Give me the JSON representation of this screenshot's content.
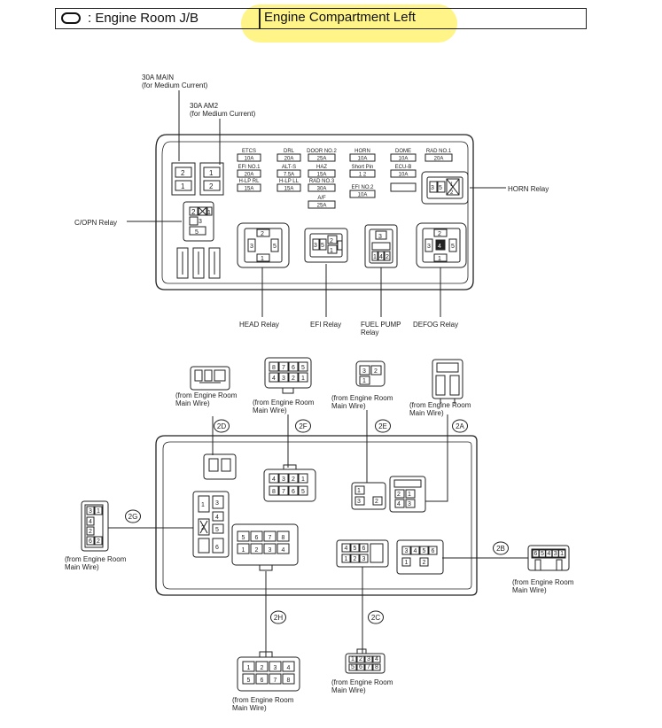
{
  "header": {
    "prefix_text": ": Engine Room J/B",
    "title": "Engine Compartment Left",
    "highlight_color": "#fff37a"
  },
  "top_labels": {
    "main_fuse": "30A MAIN",
    "main_fuse_note": "(for Medium Current)",
    "am2_fuse": "30A AM2",
    "am2_fuse_note": "(for Medium Current)",
    "copn_relay": "C/OPN Relay",
    "horn_relay": "HORN Relay",
    "head_relay": "HEAD Relay",
    "efi_relay": "EFI Relay",
    "fuel_pump_relay_1": "FUEL PUMP",
    "fuel_pump_relay_2": "Relay",
    "defog_relay": "DEFOG Relay"
  },
  "fuses": [
    {
      "name": "ETCS",
      "rating": "10A"
    },
    {
      "name": "DRL",
      "rating": "20A"
    },
    {
      "name": "DOOR NO.2",
      "rating": "25A"
    },
    {
      "name": "HORN",
      "rating": "10A"
    },
    {
      "name": "DOME",
      "rating": "10A"
    },
    {
      "name": "RAD NO.1",
      "rating": "20A"
    },
    {
      "name": "EFI NO.1",
      "rating": "20A"
    },
    {
      "name": "ALT-S",
      "rating": "7.5A"
    },
    {
      "name": "HAZ",
      "rating": "15A"
    },
    {
      "name": "Short Pin",
      "rating": "1   2"
    },
    {
      "name": "ECU-B",
      "rating": "10A"
    },
    {
      "name": "H-LP RL",
      "rating": "15A"
    },
    {
      "name": "H-LP LL",
      "rating": "15A"
    },
    {
      "name": "RAD NO.3",
      "rating": "30A"
    },
    {
      "name": "EFI NO.2",
      "rating": "10A"
    },
    {
      "name": "A/F",
      "rating": "25A"
    }
  ],
  "fuse_pins": {
    "main": [
      "2",
      "1"
    ],
    "am2": [
      "1",
      "2"
    ]
  },
  "relay_pins": {
    "copn": [
      "2",
      "1",
      "3",
      "5"
    ],
    "horn": [
      "3",
      "5",
      "1",
      "2"
    ],
    "head": [
      "2",
      "3",
      "5",
      "1"
    ],
    "efi": [
      "3",
      "5",
      "2",
      "1"
    ],
    "fuel_pump": [
      "3",
      "1",
      "4",
      "2"
    ],
    "defog": [
      "2",
      "3",
      "4",
      "5",
      "1"
    ]
  },
  "connectors": [
    {
      "code": "2D",
      "note_1": "(from Engine Room",
      "note_2": "Main Wire)"
    },
    {
      "code": "2F",
      "note_1": "(from Engine Room",
      "note_2": "Main Wire)",
      "pins_top": [
        "8",
        "7",
        "6",
        "5"
      ],
      "pins_bottom": [
        "4",
        "3",
        "2",
        "1"
      ]
    },
    {
      "code": "2E",
      "note_1": "(from Engine Room",
      "note_2": "Main Wire)",
      "pins_top": [
        "3",
        "2"
      ],
      "pins_bottom": [
        "1"
      ]
    },
    {
      "code": "2A",
      "note_1": "(from Engine Room",
      "note_2": "Main Wire)"
    },
    {
      "code": "2G",
      "note_1": "(from Engine Room",
      "note_2": "Main Wire)",
      "pins": [
        "3",
        "1",
        "4",
        "2",
        "6",
        "2"
      ]
    },
    {
      "code": "2B",
      "note_1": "(from Engine Room",
      "note_2": "Main Wire)",
      "pins": [
        "6",
        "5",
        "4",
        "3",
        "1"
      ]
    },
    {
      "code": "2H",
      "note_1": "(from Engine Room",
      "note_2": "Main Wire)",
      "pins_top": [
        "1",
        "2",
        "3",
        "4"
      ],
      "pins_bottom": [
        "5",
        "6",
        "7",
        "8"
      ]
    },
    {
      "code": "2C",
      "note_1": "(from Engine Room",
      "note_2": "Main Wire)",
      "pins_top": [
        "1",
        "2",
        "3",
        "4"
      ],
      "pins_bottom": [
        "5",
        "6",
        "7",
        "8"
      ]
    }
  ],
  "jb_pins": {
    "f": [
      "4",
      "3",
      "2",
      "1",
      "8",
      "7",
      "6",
      "5"
    ],
    "e": [
      "1",
      "3",
      "2"
    ],
    "a": [
      "2",
      "1",
      "4",
      "3"
    ],
    "g": [
      "1",
      "3",
      "4",
      "2",
      "5",
      "6"
    ],
    "h": [
      "5",
      "6",
      "7",
      "8",
      "1",
      "2",
      "3",
      "4"
    ],
    "c": [
      "4",
      "5",
      "6",
      "1",
      "2",
      "3"
    ],
    "b": [
      "3",
      "4",
      "5",
      "6",
      "1",
      "2"
    ]
  }
}
